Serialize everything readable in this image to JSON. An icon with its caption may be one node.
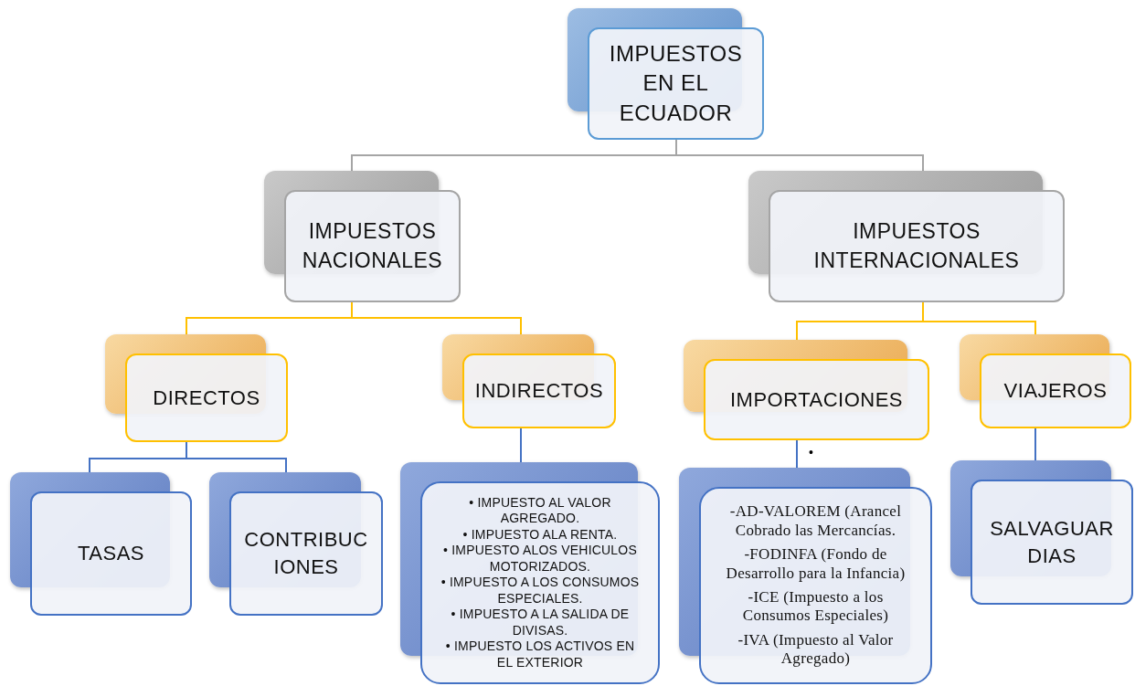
{
  "diagram": {
    "nodes": [
      {
        "text": [
          "IMPUESTOS EN EL ECUADOR"
        ]
      },
      {
        "text": [
          "IMPUESTOS NACIONALES"
        ]
      },
      {
        "text": [
          "IMPUESTOS INTERNACIONALES"
        ]
      },
      {
        "text": [
          "DIRECTOS"
        ]
      },
      {
        "text": [
          "INDIRECTOS"
        ]
      },
      {
        "text": [
          "IMPORTACIONES"
        ]
      },
      {
        "text": [
          "VIAJEROS"
        ]
      },
      {
        "text": [
          "TASAS"
        ]
      },
      {
        "text": [
          "CONTRIBUC IONES"
        ]
      },
      {
        "text": [
          "• IMPUESTO AL VALOR AGREGADO.",
          "• IMPUESTO ALA RENTA.",
          "• IMPUESTO ALOS VEHICULOS MOTORIZADOS.",
          "• IMPUESTO A LOS CONSUMOS ESPECIALES.",
          "• IMPUESTO A LA SALIDA DE DIVISAS.",
          "• IMPUESTO LOS ACTIVOS EN EL EXTERIOR"
        ]
      },
      {
        "text": [
          "-AD-VALOREM (Arancel Cobrado las Mercancías.",
          "-FODINFA (Fondo de Desarrollo para la Infancia)",
          "-ICE (Impuesto a los Consumos Especiales)",
          "-IVA (Impuesto al Valor Agregado)"
        ]
      },
      {
        "text": [
          "SALVAGUAR DIAS"
        ]
      }
    ],
    "edges": [
      {
        "from": 0,
        "to": 1,
        "arrow": "none",
        "color": "#a5a5a5"
      },
      {
        "from": 0,
        "to": 2,
        "arrow": "none",
        "color": "#a5a5a5"
      },
      {
        "from": 1,
        "to": 3,
        "arrow": "none",
        "color": "#ffc000"
      },
      {
        "from": 1,
        "to": 4,
        "arrow": "none",
        "color": "#ffc000"
      },
      {
        "from": 2,
        "to": 5,
        "arrow": "none",
        "color": "#ffc000"
      },
      {
        "from": 2,
        "to": 6,
        "arrow": "none",
        "color": "#ffc000"
      },
      {
        "from": 3,
        "to": 7,
        "arrow": "none"
      },
      {
        "from": 3,
        "to": 8,
        "arrow": "none"
      },
      {
        "from": 4,
        "to": 9,
        "arrow": "none"
      },
      {
        "from": 5,
        "to": 10,
        "arrow": "none"
      },
      {
        "from": 6,
        "to": 11,
        "arrow": "none"
      }
    ],
    "labels": [
      "•"
    ]
  }
}
